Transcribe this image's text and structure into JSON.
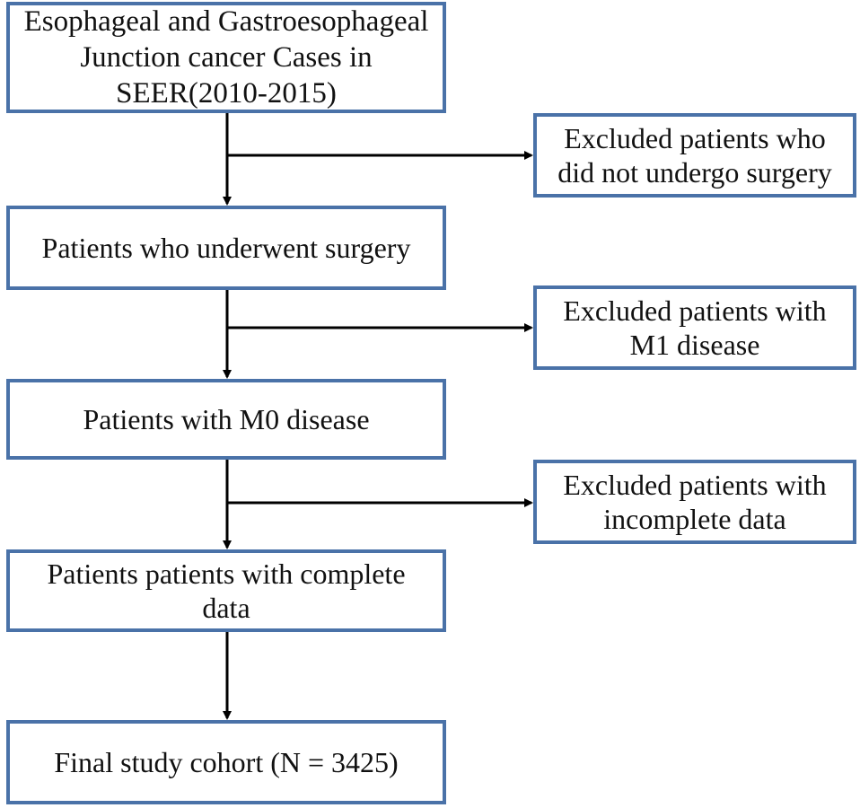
{
  "flow": {
    "main_boxes": [
      {
        "line1": "Esophageal and Gastroesophageal",
        "line2": "Junction cancer Cases in",
        "line3": "SEER(2010-2015)"
      },
      {
        "line1": "Patients who underwent surgery"
      },
      {
        "line1": "Patients with M0 disease"
      },
      {
        "line1": "Patients patients with complete",
        "line2": "data"
      },
      {
        "line1": "Final study cohort (N = 3425)"
      }
    ],
    "excluded_boxes": [
      {
        "line1": "Excluded patients who",
        "line2": "did not undergo surgery"
      },
      {
        "line1": "Excluded patients with",
        "line2": "M1 disease"
      },
      {
        "line1": "Excluded patients with",
        "line2": "incomplete data"
      }
    ]
  },
  "colors": {
    "box_border": "#4a72a8",
    "arrow": "#000000"
  }
}
